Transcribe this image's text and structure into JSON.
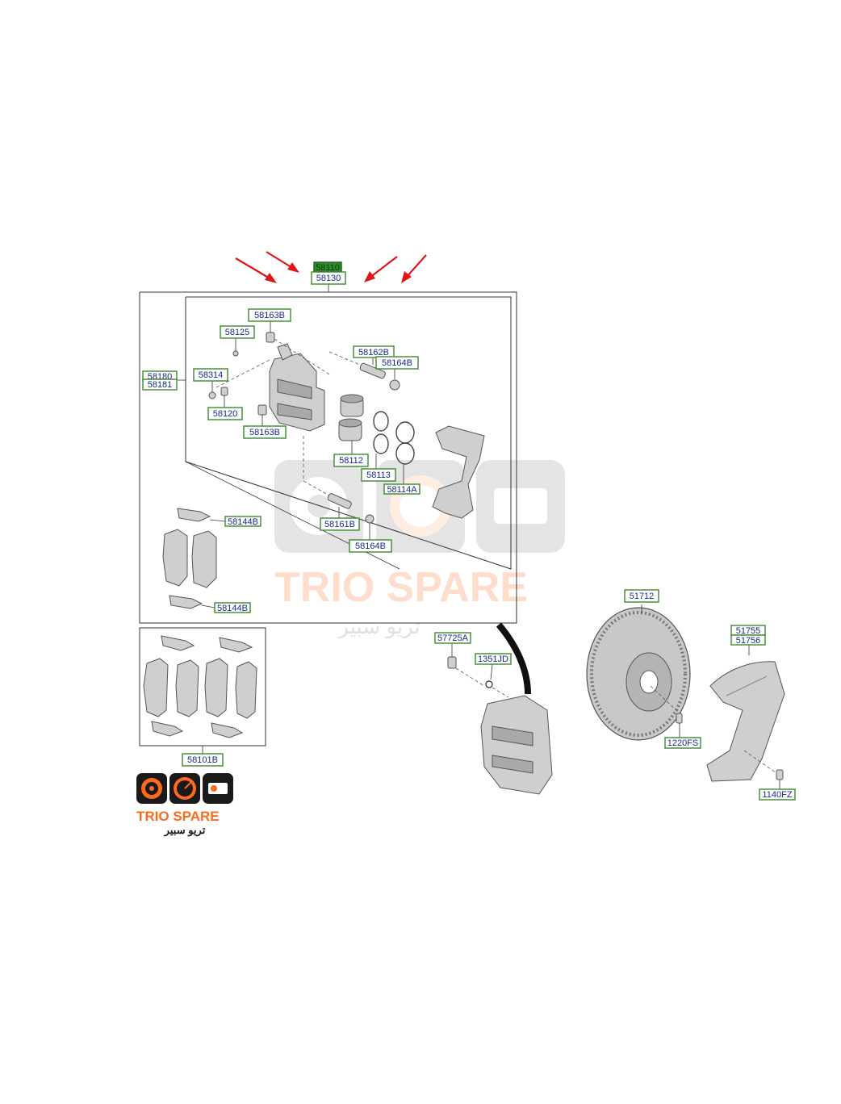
{
  "labels": {
    "l58110": "58110",
    "l58130": "58130",
    "l58163b_top": "58163B",
    "l58125": "58125",
    "l58162b": "58162B",
    "l58164b_top": "58164B",
    "l58180": "58180",
    "l58181": "58181",
    "l58314": "58314",
    "l58120": "58120",
    "l58163b_bot": "58163B",
    "l58112": "58112",
    "l58113": "58113",
    "l58114a": "58114A",
    "l58161b": "58161B",
    "l58164b_bot": "58164B",
    "l58144b_top": "58144B",
    "l58144b_bot": "58144B",
    "l58101b": "58101B",
    "l57725a": "57725A",
    "l1351jd": "1351JD",
    "l51712": "51712",
    "l1220fs": "1220FS",
    "l51755": "51755",
    "l51756": "51756",
    "l1140fz": "1140FZ"
  },
  "watermark": {
    "brand": "TRIO SPARE",
    "brand_arabic": "تريو سبير"
  },
  "logo": {
    "brand": "TRIO SPARE",
    "brand_arabic": "تريو سبير"
  },
  "colors": {
    "label_border": "#3d8a2e",
    "label_text": "#1a2a8a",
    "highlight_label": "#2e8b2e",
    "arrow": "#e01515",
    "logo_orange": "#ff6a1a",
    "logo_dark": "#1a1a1a"
  }
}
